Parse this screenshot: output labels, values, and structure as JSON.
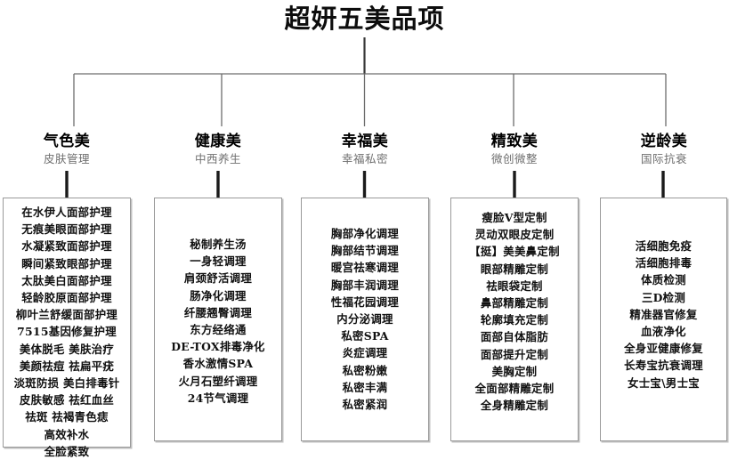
{
  "title": "超妍五美品项",
  "columns": [
    {
      "name": "气色美",
      "subtitle": "皮肤管理",
      "items": [
        "在水伊人面部护理",
        "无痕美眼面部护理",
        "水凝紧致面部护理",
        "瞬间紧致眼部护理",
        "太肽美白面部护理",
        "轻龄胶原面部护理",
        "柳叶兰舒缓面部护理",
        "7515基因修复护理",
        "美体脱毛 美肤治疗",
        "美颜祛痘 祛扁平疣",
        "淡斑防损 美白排毒针",
        "皮肤敏感 祛红血丝",
        "祛斑  祛褐青色痣",
        "高效补水",
        "全脸紧致"
      ]
    },
    {
      "name": "健康美",
      "subtitle": "中西养生",
      "items": [
        "秘制养生汤",
        "一身轻调理",
        "肩颈舒活调理",
        "肠净化调理",
        "纤腰翘臀调理",
        "东方经络通",
        "DE-TOX排毒净化",
        "香水激情SPA",
        "火月石塑纤调理",
        "24节气调理"
      ]
    },
    {
      "name": "幸福美",
      "subtitle": "幸福私密",
      "items": [
        "胸部净化调理",
        "胸部结节调理",
        "暖宫祛寒调理",
        "胸部丰润调理",
        "性福花园调理",
        "内分泌调理",
        "私密SPA",
        "炎症调理",
        "私密粉嫩",
        "私密丰满",
        "私密紧润"
      ]
    },
    {
      "name": "精致美",
      "subtitle": "微创微整",
      "items": [
        "瘦脸V型定制",
        "灵动双眼皮定制",
        "【挺】美美鼻定制",
        "眼部精雕定制",
        "祛眼袋定制",
        "鼻部精雕定制",
        "轮廓填充定制",
        "面部自体脂肪",
        "面部提升定制",
        "美胸定制",
        "全面部精雕定制",
        "全身精雕定制"
      ]
    },
    {
      "name": "逆龄美",
      "subtitle": "国际抗衰",
      "items": [
        "活细胞免疫",
        "活细胞排毒",
        "体质检测",
        "三D检测",
        "精准器官修复",
        "血液净化",
        "全身亚健康修复",
        "长寿宝抗衰调理",
        "女士宝\\男士宝"
      ]
    }
  ],
  "colors": {
    "title_text": "#0d0d0d",
    "head_main": "#000000",
    "head_sub": "#6f6f6f",
    "box_border": "#9a9a9a",
    "connector": "#555555",
    "background": "#ffffff"
  }
}
